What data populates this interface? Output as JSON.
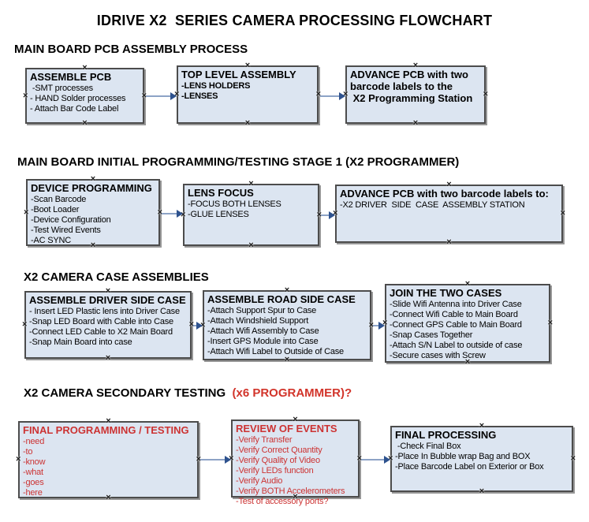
{
  "title": "IDRIVE X2  SERIES CAMERA PROCESSING FLOWCHART",
  "glyphs": {
    "connection_point": "×"
  },
  "colors": {
    "text": "#000000",
    "box_fill": "#dce5f1",
    "box_border": "#4c4c4c",
    "red_heading": "#d2342a",
    "red_text": "#cc3333",
    "arrow_line": "#8da3c6",
    "arrow_head": "#2e528e",
    "handle": "#1a1a1a"
  },
  "sections": [
    {
      "heading": "MAIN BOARD PCB ASSEMBLY PROCESS",
      "boxes": [
        {
          "title": "ASSEMBLE PCB",
          "lines": [
            " -SMT processes",
            "- HAND Solder processes",
            "- Attach Bar Code Label"
          ]
        },
        {
          "title": "TOP LEVEL ASSEMBLY",
          "lines": [
            "-LENS HOLDERS",
            "-LENSES"
          ]
        },
        {
          "title": "ADVANCE PCB with two\nbarcode labels to the\n X2 Programming Station",
          "lines": []
        }
      ]
    },
    {
      "heading": "MAIN BOARD INITIAL PROGRAMMING/TESTING STAGE 1 (X2 PROGRAMMER)",
      "boxes": [
        {
          "title": "DEVICE PROGRAMMING",
          "lines": [
            "-Scan Barcode",
            "-Boot Loader",
            "-Device Configuration",
            "-Test Wired Events",
            "-AC SYNC"
          ]
        },
        {
          "title": "LENS FOCUS",
          "lines": [
            "-FOCUS BOTH LENSES",
            "-GLUE LENSES"
          ]
        },
        {
          "title": "ADVANCE PCB with two barcode labels to:",
          "lines": [
            "-X2 DRIVER  SIDE  CASE  ASSEMBLY STATION"
          ]
        }
      ]
    },
    {
      "heading": "X2 CAMERA CASE ASSEMBLIES",
      "boxes": [
        {
          "title": "ASSEMBLE DRIVER SIDE CASE",
          "lines": [
            "- Insert LED Plastic lens into Driver Case",
            "-Snap LED Board with Cable into Case",
            "-Connect LED Cable to X2 Main Board",
            "-Snap Main Board into case"
          ]
        },
        {
          "title": "ASSEMBLE ROAD SIDE CASE",
          "lines": [
            "-Attach Support Spur to Case",
            "-Attach Windshield Support",
            "-Attach Wifi Assembly to Case",
            "-Insert GPS Module into Case",
            "-Attach Wifi Label to Outside of Case"
          ]
        },
        {
          "title": "JOIN THE TWO CASES",
          "lines": [
            "-Slide Wifi Antenna into Driver Case",
            "-Connect Wifi Cable to Main Board",
            "-Connect GPS Cable to Main Board",
            "-Snap Cases Together",
            "-Attach S/N Label to outside of case",
            "-Secure cases with Screw"
          ]
        }
      ]
    },
    {
      "heading": "X2 CAMERA SECONDARY TESTING  ",
      "heading_suffix": "(x6 PROGRAMMER)?",
      "boxes": [
        {
          "title": "FINAL PROGRAMMING / TESTING",
          "lines": [
            "-need",
            "-to",
            "-know",
            "-what",
            "-goes",
            "-here"
          ]
        },
        {
          "title": "REVIEW OF EVENTS",
          "lines": [
            "-Verify Transfer",
            "-Verify Correct Quantity",
            "-Verify Quality of Video",
            "-Verify LEDs function",
            "-Verify Audio",
            "-Verify BOTH Accelerometers",
            "-Test of accessory ports?"
          ]
        },
        {
          "title": "FINAL PROCESSING",
          "lines": [
            " -Check Final Box",
            "-Place In Bubble wrap Bag and BOX",
            "-Place Barcode Label on Exterior or Box"
          ]
        }
      ]
    }
  ]
}
